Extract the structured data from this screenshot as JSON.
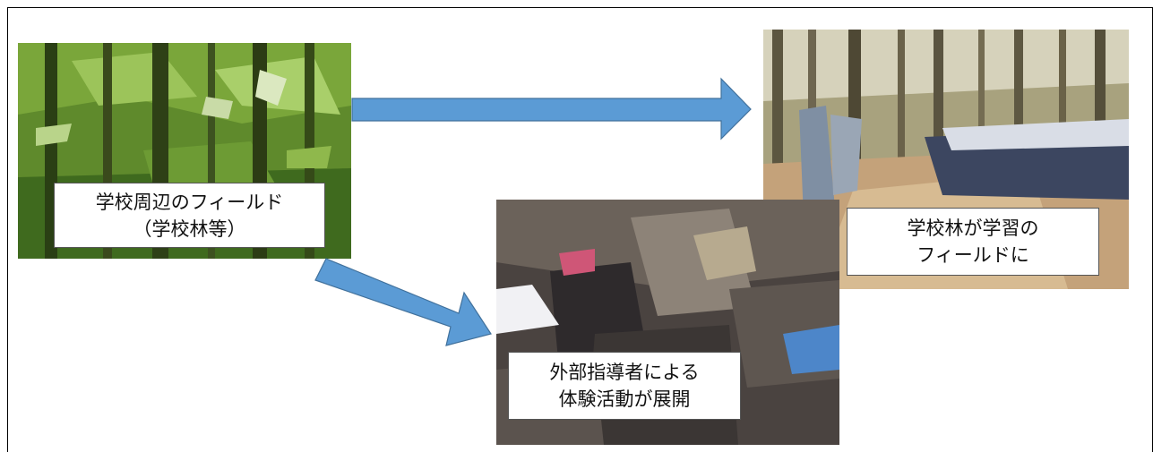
{
  "nodes": {
    "forest": {
      "lines": [
        "学校周辺のフィールド",
        "（学校林等）"
      ]
    },
    "school_forest": {
      "lines": [
        "学校林が学習の",
        "フィールドに"
      ]
    },
    "activity": {
      "lines": [
        "外部指導者による",
        "体験活動が展開"
      ]
    }
  },
  "colors": {
    "arrow_fill": "#5b9bd5",
    "arrow_stroke": "#41719c"
  }
}
